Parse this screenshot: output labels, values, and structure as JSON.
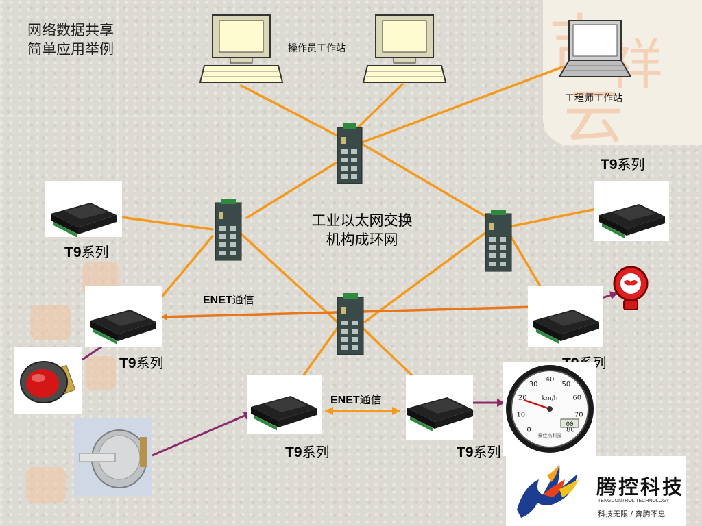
{
  "title": "网络数据共享\n简单应用举例",
  "operator_station_label": "操作员工作站",
  "engineer_station_label": "工程师工作站",
  "center_label": "工业以太网交换\n机构成环网",
  "enet": {
    "prefix": "ENET",
    "suffix": "通信"
  },
  "t9": {
    "prefix": "T9",
    "suffix": "系列"
  },
  "watermark_chars": [
    "吉",
    "祥",
    "云"
  ],
  "gauge": {
    "unit": "km/h",
    "ticks": [
      "0",
      "10",
      "20",
      "30",
      "40",
      "50",
      "60",
      "70",
      "80"
    ],
    "display": "00",
    "brand": "泰佳杰科技"
  },
  "logo": {
    "name": "腾控科技",
    "english": "TENGCONTROL TECHNOLOGY",
    "slogan": "科技无限 / 奔腾不息"
  },
  "colors": {
    "link": "#f39a1e",
    "enet_link": "#e8761a",
    "io_link": "#8b2a6b"
  }
}
